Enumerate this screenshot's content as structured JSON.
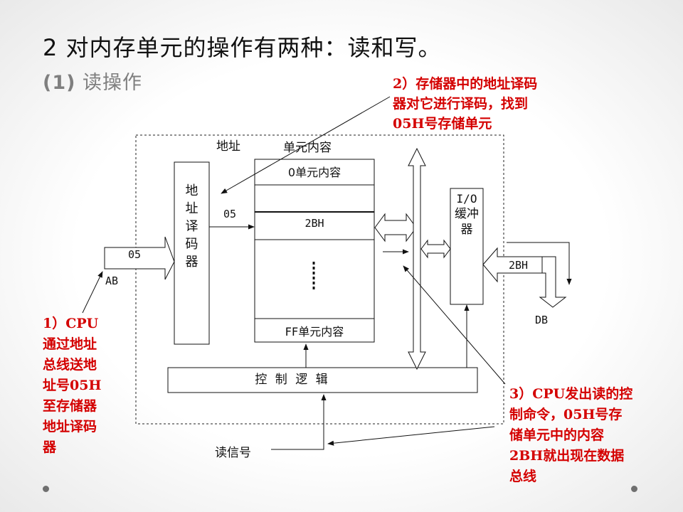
{
  "slide": {
    "title": "2 对内存单元的操作有两种：读和写。",
    "subtitle_num": "(1)",
    "subtitle_text": " 读操作"
  },
  "diagram": {
    "addr_label": "地址",
    "content_label": "单元内容",
    "decoder_chars": [
      "地",
      "址",
      "译",
      "码",
      "器"
    ],
    "cells": {
      "cell0": "0单元内容",
      "cell_2bh": "2BH",
      "cell_ff": "FF单元内容",
      "dots": "⋮"
    },
    "addr_value_decoder": "05",
    "addr_value_bus": "05",
    "ab_label": "AB",
    "io_buffer": [
      "I/O",
      "缓冲",
      "器"
    ],
    "db_value": "2BH",
    "db_label": "DB",
    "control_logic": "控 制 逻 辑",
    "read_signal": "读信号"
  },
  "notes": {
    "note1": [
      "1）CPU",
      "通过地址",
      "总线送地",
      "址号05H",
      "至存储器",
      "地址译码",
      "器"
    ],
    "note2": [
      "2）存储器中的地址译码",
      "器对它进行译码，找到",
      "05H号存储单元"
    ],
    "note3": [
      "3）CPU发出读的控",
      "制命令，05H号存",
      "储单元中的内容",
      "2BH就出现在数据",
      "总线"
    ]
  }
}
